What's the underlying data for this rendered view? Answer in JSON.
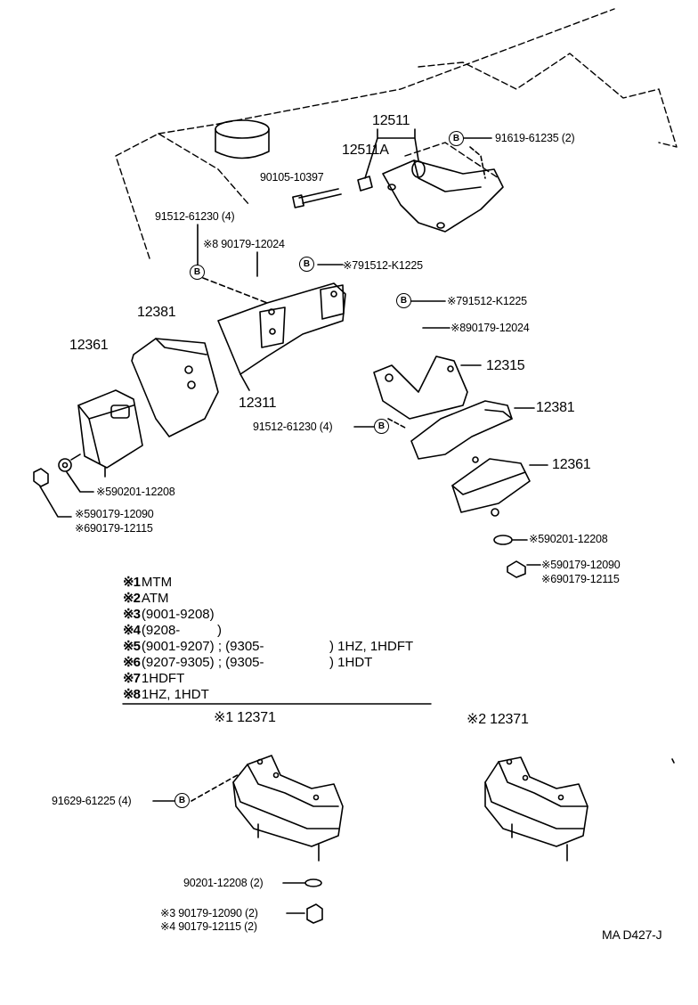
{
  "part_labels": {
    "p12511": "12511",
    "p12511A": "12511A",
    "p91619": "91619-61235 (2)",
    "p90105": "90105-10397",
    "p91512_top": "91512-61230 (4)",
    "p8_90179_left": "※8 90179-12024",
    "p7_91512_a": "※791512-K1225",
    "p7_91512_b": "※791512-K1225",
    "p8_90179_right": "※890179-12024",
    "p12381_left": "12381",
    "p12361_left": "12361",
    "p12311": "12311",
    "p12315": "12315",
    "p12381_right": "12381",
    "p91512_mid": "91512-61230 (4)",
    "p12361_right": "12361",
    "p5_90201_left": "※590201-12208",
    "p5_90179_left": "※590179-12090",
    "p6_90179_left": "※690179-12115",
    "p5_90201_right": "※590201-12208",
    "p5_90179_right": "※590179-12090",
    "p6_90179_right": "※690179-12115",
    "p1_12371": "※1  12371",
    "p2_12371": "※2  12371",
    "p91629": "91629-61225 (4)",
    "p90201_bottom": "90201-12208 (2)",
    "p3_90179": "※3 90179-12090 (2)",
    "p4_90179": "※4 90179-12115 (2)",
    "ref_code": "MA D427-J"
  },
  "bubble_letter": "B",
  "legend": [
    {
      "mark": "※1",
      "text": "MTM",
      "text2": ""
    },
    {
      "mark": "※2",
      "text": "ATM",
      "text2": ""
    },
    {
      "mark": "※3",
      "text": "(9001-9208)",
      "text2": ""
    },
    {
      "mark": "※4",
      "text": "(9208-          )",
      "text2": ""
    },
    {
      "mark": "※5",
      "text": "(9001-9207) ; (9305-",
      "text2": ") 1HZ, 1HDFT"
    },
    {
      "mark": "※6",
      "text": "(9207-9305) ; (9305-",
      "text2": ") 1HDT"
    },
    {
      "mark": "※7",
      "text": "1HDFT",
      "text2": ""
    },
    {
      "mark": "※8",
      "text": "1HZ, 1HDT",
      "text2": ""
    }
  ]
}
